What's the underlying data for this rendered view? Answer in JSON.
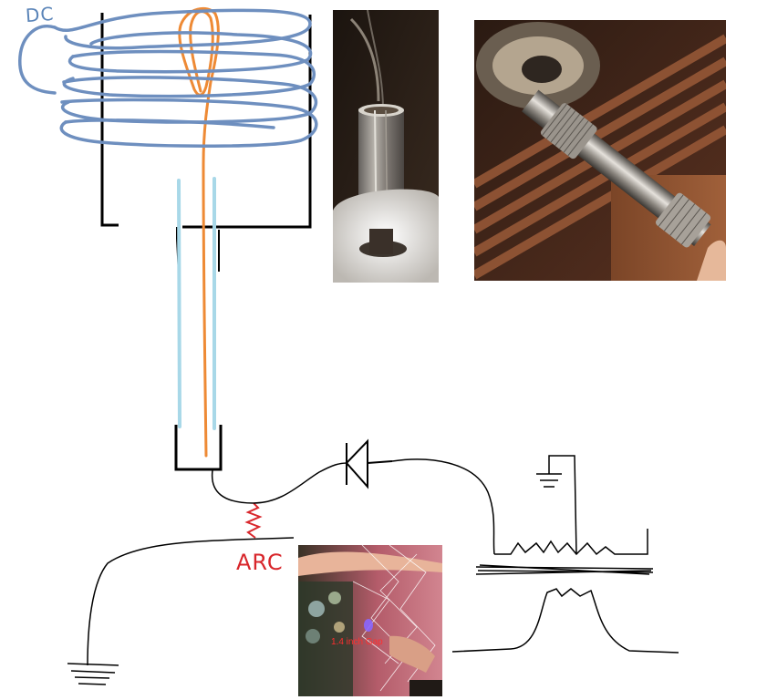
{
  "labels": {
    "coil_label": "DC",
    "arc_label": "ARC",
    "photo_caption": "1.4 inch Gap"
  },
  "photos": {
    "photo_1_subject": "tungsten-filament-in-glass-tube",
    "photo_2_subject": "steel-rod-with-knurled-nuts",
    "photo_3_subject": "hand-adjusting-spark-gap"
  },
  "colors": {
    "coil": "#6e8fbf",
    "filament": "#ee8a35",
    "tube": "#a8d8e8",
    "wire": "#000000",
    "arc_text": "#d8262b"
  }
}
